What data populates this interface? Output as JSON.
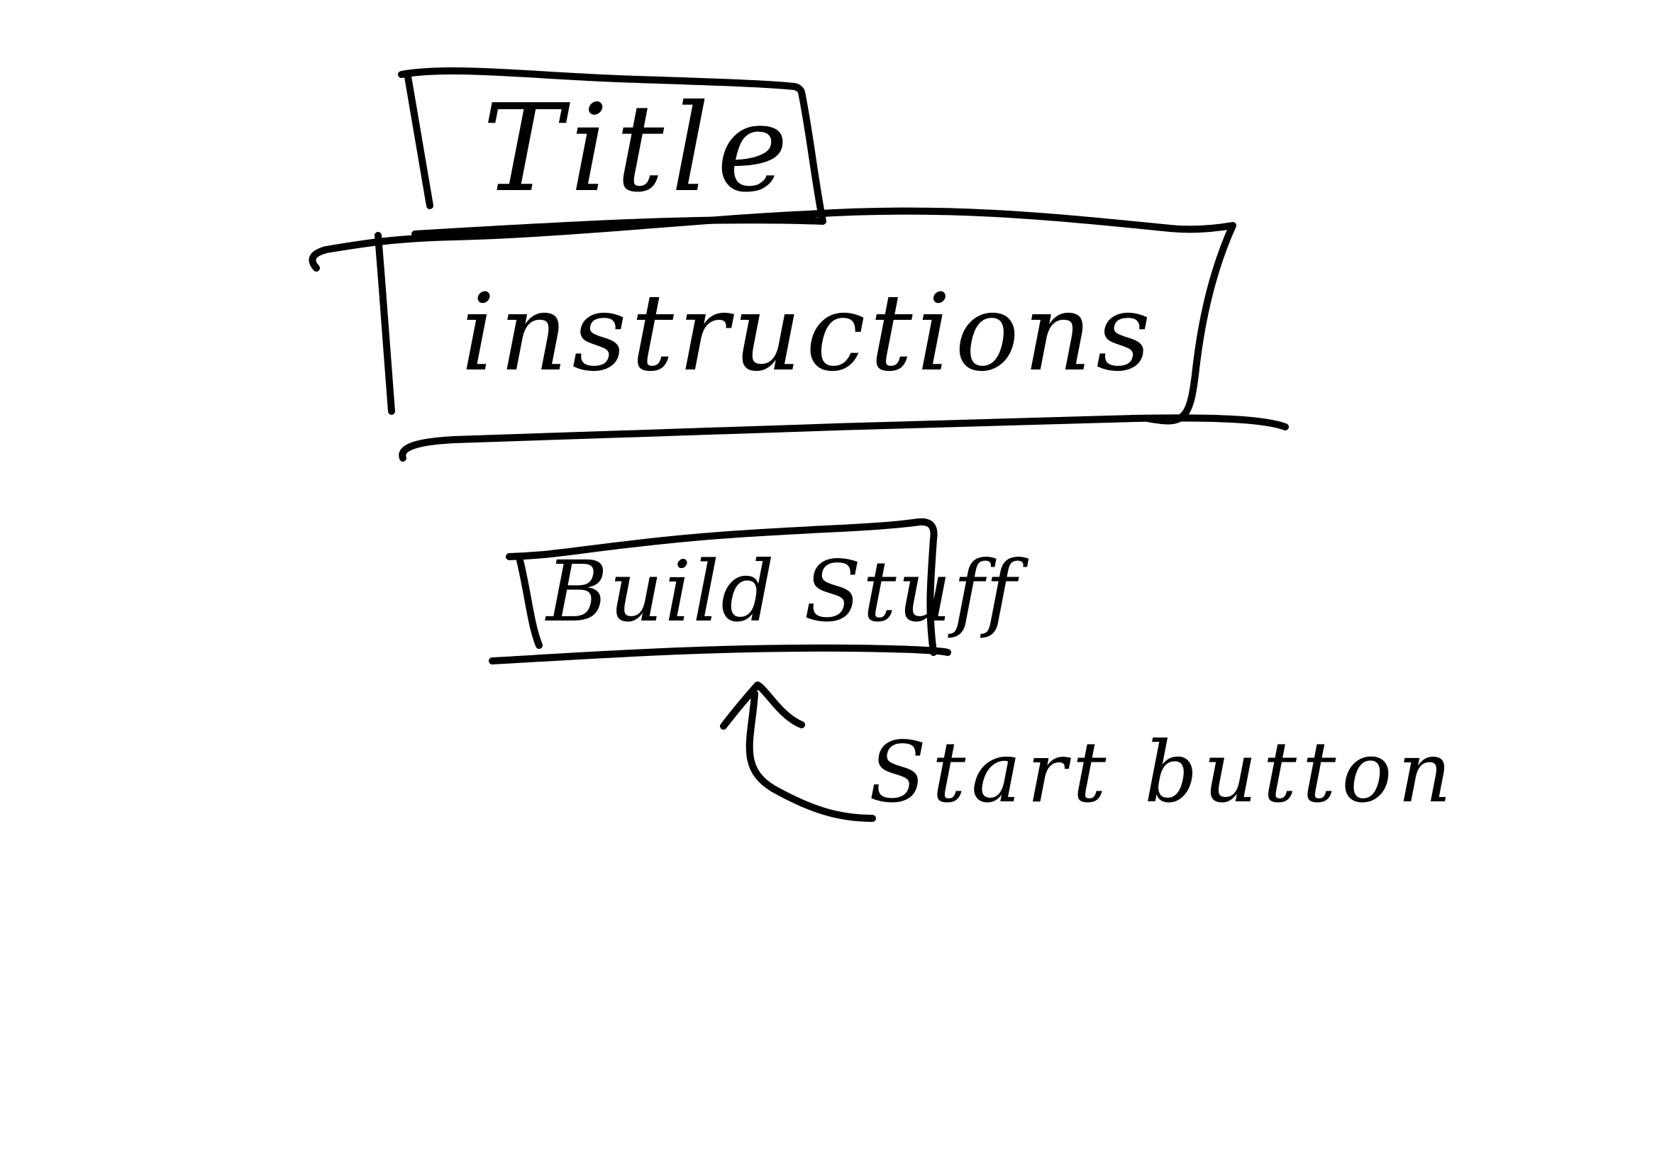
{
  "diagram": {
    "title_box": {
      "label": "Title"
    },
    "instructions_box": {
      "label": "instructions"
    },
    "start_button_box": {
      "label": "Build Stuff"
    },
    "annotation": {
      "label": "Start button",
      "points_to": "start_button_box"
    }
  },
  "colors": {
    "ink": "#000000",
    "background": "#ffffff"
  }
}
